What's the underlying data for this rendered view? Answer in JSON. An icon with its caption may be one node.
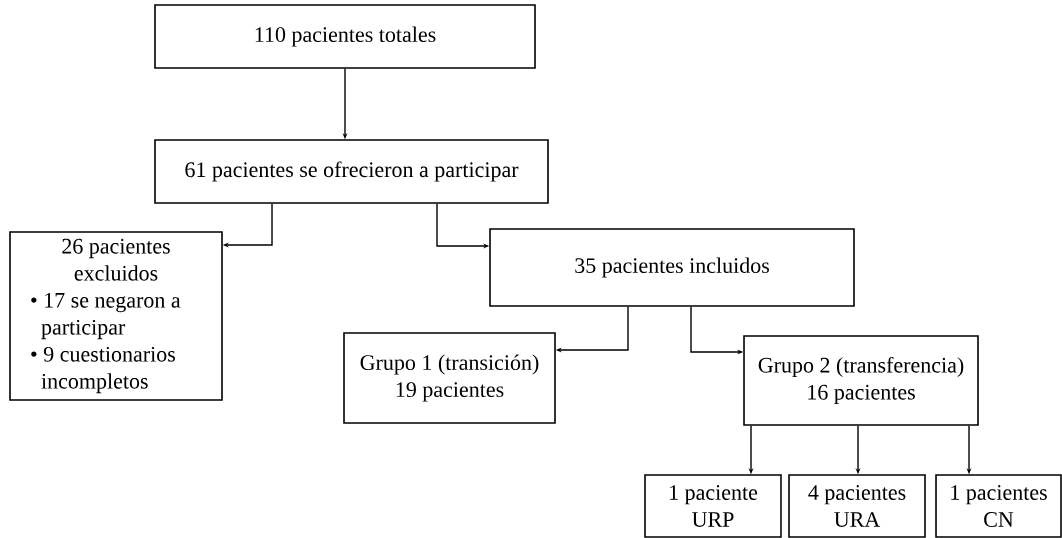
{
  "diagram": {
    "nodes": [
      {
        "text": [
          "110 pacientes totales"
        ]
      },
      {
        "text": [
          "61 pacientes se ofrecieron a participar"
        ]
      },
      {
        "text": [
          "26 pacientes excluidos",
          "• 17 se negaron a participar",
          "• 9 cuestionarios incompletos"
        ]
      },
      {
        "text": [
          "35 pacientes incluidos"
        ]
      },
      {
        "text": [
          "Grupo 1 (transición) 19 pacientes"
        ]
      },
      {
        "text": [
          "Grupo 2 (transferencia) 16 pacientes"
        ]
      },
      {
        "text": [
          "1 paciente URP"
        ]
      },
      {
        "text": [
          "4 pacientes URA"
        ]
      },
      {
        "text": [
          "1 pacientes CN"
        ]
      }
    ],
    "edges": [
      {
        "from": 0,
        "to": 1,
        "arrow": "to"
      },
      {
        "from": 1,
        "to": 2,
        "arrow": "to"
      },
      {
        "from": 1,
        "to": 3,
        "arrow": "to"
      },
      {
        "from": 3,
        "to": 4,
        "arrow": "to"
      },
      {
        "from": 3,
        "to": 5,
        "arrow": "to"
      },
      {
        "from": 5,
        "to": 6,
        "arrow": "to"
      },
      {
        "from": 5,
        "to": 7,
        "arrow": "to"
      },
      {
        "from": 5,
        "to": 8,
        "arrow": "to"
      }
    ]
  }
}
